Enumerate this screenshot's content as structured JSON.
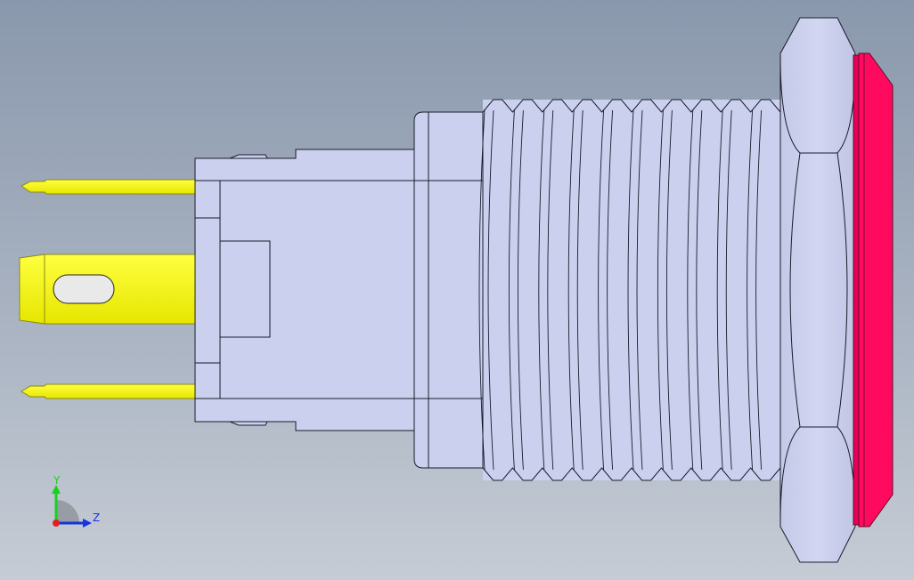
{
  "view": {
    "background_top": "#8a98ad",
    "background_bottom": "#c6ccd5"
  },
  "part": {
    "body_color": "#cbd0ef",
    "outline_color": "#1a1c2a",
    "pin_color": "#f5f500",
    "lens_color": "#ff0a5f",
    "thread_count": 10
  },
  "triad": {
    "y_label": "Y",
    "z_label": "Z",
    "y_color": "#18d11e",
    "z_color": "#1633e0",
    "origin_color": "#e02020"
  }
}
